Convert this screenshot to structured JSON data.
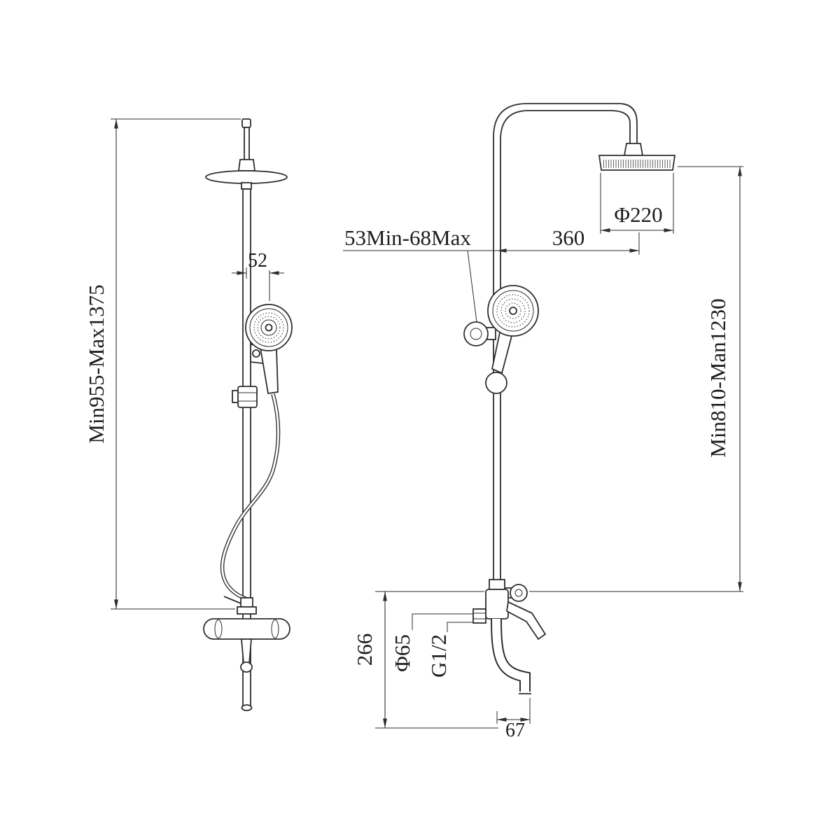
{
  "drawing": {
    "background": "#ffffff",
    "line_color": "#2e2e2e"
  },
  "labels": {
    "overall_height": "Min955-Max1375",
    "handshower_offset": "52",
    "head_diameter": "Φ220",
    "arm_projection": "360",
    "bracket_adjust_range": "53Min-68Max",
    "riser_height": "Min810-Man1230",
    "spout_height": "266",
    "flange_diameter": "Φ65",
    "thread_size": "G1/2",
    "spout_projection": "67"
  }
}
